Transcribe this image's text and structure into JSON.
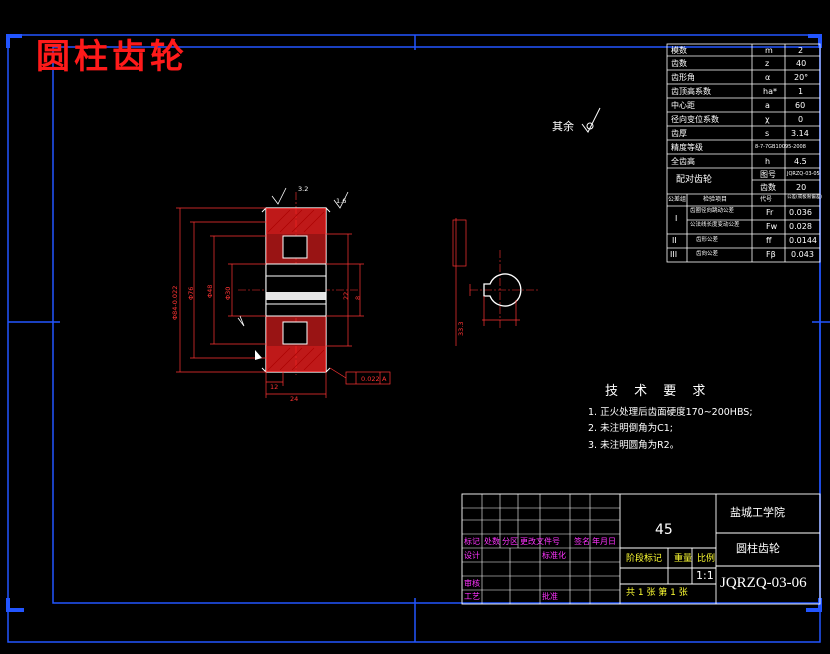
{
  "drawing_title": "圆柱齿轮",
  "surface_note": "其余",
  "technical_requirements": {
    "heading": "技 术 要 求",
    "items": [
      "1.  正火处理后齿面硬度170~200HBS;",
      "2.  未注明倒角为C1;",
      "3.  未注明圆角为R2。"
    ]
  },
  "gear_params": {
    "rows": [
      {
        "name": "模数",
        "symbol": "m",
        "value": "2"
      },
      {
        "name": "齿数",
        "symbol": "z",
        "value": "40"
      },
      {
        "name": "齿形角",
        "symbol": "α",
        "value": "20°"
      },
      {
        "name": "齿顶高系数",
        "symbol": "ha*",
        "value": "1"
      },
      {
        "name": "中心距",
        "symbol": "a",
        "value": "60"
      },
      {
        "name": "径向变位系数",
        "symbol": "χ",
        "value": "0"
      },
      {
        "name": "齿厚",
        "symbol": "s",
        "value": "3.14"
      },
      {
        "name": "精度等级",
        "symbol": "",
        "value": "8-7-7GB10095-2008"
      },
      {
        "name": "全齿高",
        "symbol": "h",
        "value": "4.5"
      },
      {
        "name": "配对齿轮",
        "symbol": "图号",
        "value": "JQRZQ-03-05"
      },
      {
        "name": "",
        "symbol": "齿数",
        "value": "20"
      }
    ],
    "groups_header": {
      "group": "公差组",
      "item": "检验项目",
      "code": "代号",
      "tol": "公差(或极限偏差)"
    },
    "groups": [
      {
        "group": "I",
        "items": [
          {
            "item": "齿圈径向跳动公差",
            "code": "Fr",
            "tol": "0.036"
          },
          {
            "item": "公法线长度变动公差",
            "code": "Fw",
            "tol": "0.028"
          }
        ]
      },
      {
        "group": "II",
        "items": [
          {
            "item": "齿形公差",
            "code": "ff",
            "tol": "0.0144"
          }
        ]
      },
      {
        "group": "III",
        "items": [
          {
            "item": "齿向公差",
            "code": "Fβ",
            "tol": "0.043"
          }
        ]
      }
    ]
  },
  "title_block": {
    "material": "45",
    "school": "盐城工学院",
    "part_name": "圆柱齿轮",
    "drawing_number": "JQRZQ-03-06",
    "scale": "1:1",
    "scale_label": "比例",
    "mark_label": "阶段标记",
    "weight_label": "重量",
    "sheets": "共 1 张 第 1 张",
    "rev_headers": [
      "标记",
      "处数",
      "分区",
      "更改文件号",
      "签名",
      "年月日"
    ],
    "sign_rows": [
      "设计",
      "标准化",
      "审核",
      "工艺",
      "批准"
    ]
  },
  "dimensions": {
    "outer_dia": "Φ84-0.022",
    "root_dia": "Φ76",
    "bore_dia": "Φ30",
    "hub_dia": "Φ48",
    "face_width": "24",
    "hub_len": "12",
    "web": "22",
    "chamfer": "1.6",
    "keyway": "8",
    "key_depth": "33.3",
    "datum": "A",
    "runout": "0.022",
    "surface_roughness": "3.2"
  },
  "colors": {
    "frame_blue": "#2255ff",
    "drawing_red": "#ff2222",
    "dim_red": "#ff3333",
    "magenta": "#ff33ff",
    "yellow": "#ffff33",
    "green": "#22ff22",
    "white": "#ffffff"
  }
}
